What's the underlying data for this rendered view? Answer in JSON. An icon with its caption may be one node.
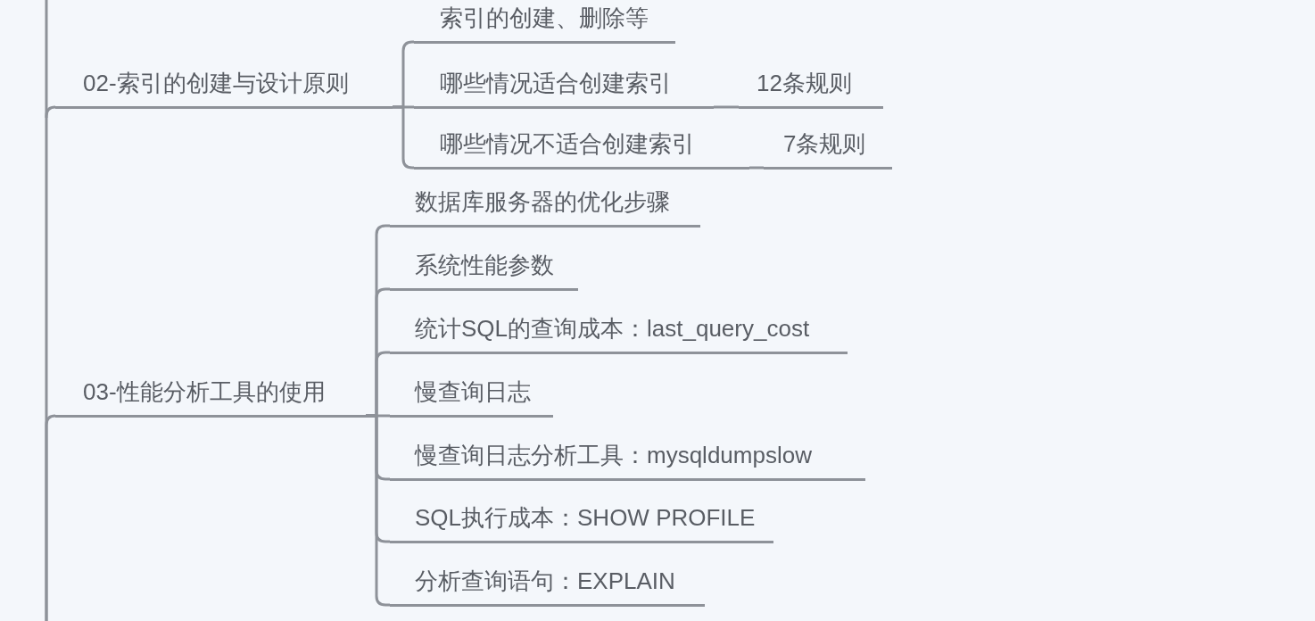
{
  "diagram": {
    "nodes": [
      {
        "text": [
          "02-索引的创建与设计原则"
        ]
      },
      {
        "text": [
          "索引的创建、删除等"
        ]
      },
      {
        "text": [
          "哪些情况适合创建索引"
        ]
      },
      {
        "text": [
          "12条规则"
        ]
      },
      {
        "text": [
          "哪些情况不适合创建索引"
        ]
      },
      {
        "text": [
          "7条规则"
        ]
      },
      {
        "text": [
          "03-性能分析工具的使用"
        ]
      },
      {
        "text": [
          "数据库服务器的优化步骤"
        ]
      },
      {
        "text": [
          "系统性能参数"
        ]
      },
      {
        "text": [
          "统计SQL的查询成本：last_query_cost"
        ]
      },
      {
        "text": [
          "慢查询日志"
        ]
      },
      {
        "text": [
          "慢查询日志分析工具：mysqldumpslow"
        ]
      },
      {
        "text": [
          "SQL执行成本：SHOW PROFILE"
        ]
      },
      {
        "text": [
          "分析查询语句：EXPLAIN"
        ]
      }
    ],
    "edges": [
      {
        "from": null,
        "to": 0,
        "arrow": "none"
      },
      {
        "from": 0,
        "to": 1,
        "arrow": "none"
      },
      {
        "from": 0,
        "to": 2,
        "arrow": "none"
      },
      {
        "from": 2,
        "to": 3,
        "arrow": "none"
      },
      {
        "from": 0,
        "to": 4,
        "arrow": "none"
      },
      {
        "from": 4,
        "to": 5,
        "arrow": "none"
      },
      {
        "from": null,
        "to": 6,
        "arrow": "none"
      },
      {
        "from": 6,
        "to": 7,
        "arrow": "none"
      },
      {
        "from": 6,
        "to": 8,
        "arrow": "none"
      },
      {
        "from": 6,
        "to": 9,
        "arrow": "none"
      },
      {
        "from": 6,
        "to": 10,
        "arrow": "none"
      },
      {
        "from": 6,
        "to": 11,
        "arrow": "none"
      },
      {
        "from": 6,
        "to": 12,
        "arrow": "none"
      },
      {
        "from": 6,
        "to": 13,
        "arrow": "none"
      }
    ]
  }
}
